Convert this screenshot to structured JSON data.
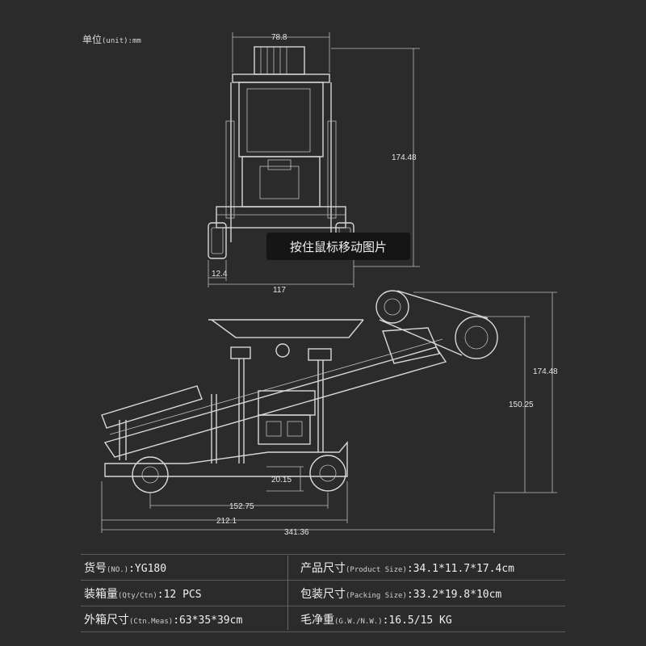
{
  "unit": {
    "label": "单位",
    "sub": "(unit):mm"
  },
  "tooltip": "按住鼠标移动图片",
  "dimensions": {
    "front_top_width": "78.8",
    "front_height": "174.48",
    "front_wheel": "12.4",
    "front_base_width": "117",
    "side_height_total": "174.48",
    "side_height_inner": "150.25",
    "side_ground": "20.15",
    "side_wheelbase": "152.75",
    "side_mid_length": "212.1",
    "side_total_length": "341.36"
  },
  "specs": {
    "no": {
      "label": "货号",
      "paren": "(NO.)",
      "value": ":YG180"
    },
    "qty": {
      "label": "装箱量",
      "paren": "(Qty/Ctn)",
      "value": ":12 PCS"
    },
    "meas": {
      "label": "外箱尺寸",
      "paren": "(Ctn.Meas)",
      "value": ":63*35*39cm"
    },
    "product_size": {
      "label": "产品尺寸",
      "paren": "(Product Size)",
      "value": ":34.1*11.7*17.4cm"
    },
    "packing_size": {
      "label": "包装尺寸",
      "paren": "(Packing Size)",
      "value": ":33.2*19.8*10cm"
    },
    "weight": {
      "label": "毛净重",
      "paren": "(G.W./N.W.)",
      "value": ":16.5/15 KG"
    }
  }
}
